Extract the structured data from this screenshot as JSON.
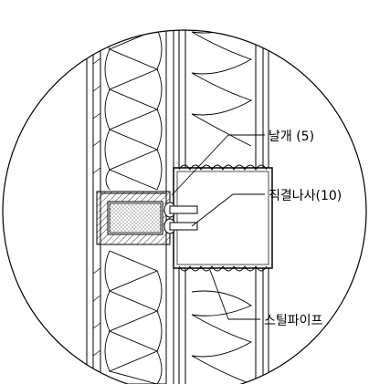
{
  "callouts": {
    "wing": "날개 (5)",
    "screw": "직결나사(10)",
    "pipe": "스틸파이프"
  },
  "colors": {
    "line": "#000000",
    "background": "#ffffff",
    "hatch": "#000000"
  },
  "component_counts": {
    "wing_count": 5,
    "screw_count": 10
  }
}
